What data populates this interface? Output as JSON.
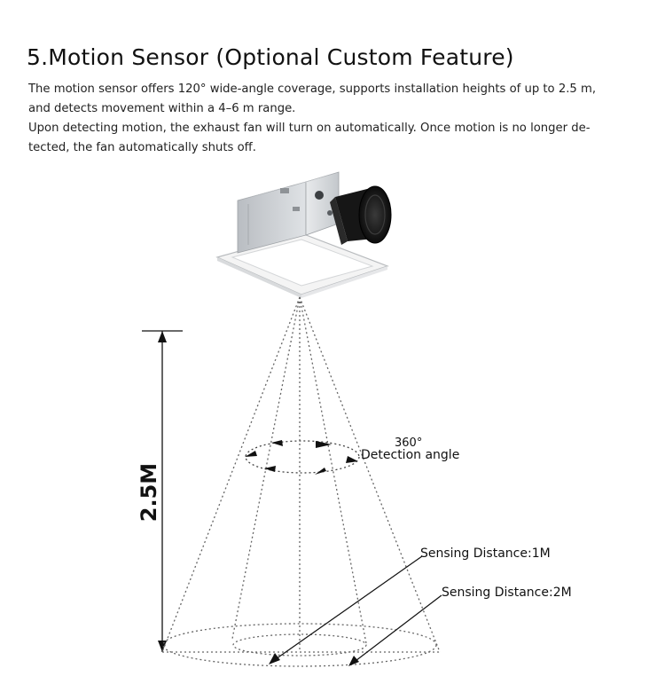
{
  "heading": {
    "title": "5.Motion Sensor (Optional Custom Feature)"
  },
  "description": {
    "line1": "The motion sensor offers 120° wide-angle coverage, supports installation heights of up to 2.5 m,",
    "line2": "and detects movement within a 4–6 m range.",
    "line3": "Upon detecting motion, the exhaust fan will turn on automatically. Once motion is no longer de-",
    "line4": "tected, the fan automatically shuts off."
  },
  "diagram": {
    "height_label": "2.5M",
    "angle_value": "360°",
    "angle_label": "Detection angle",
    "sensing_1m": "Sensing Distance:1M",
    "sensing_2m": "Sensing Distance:2M",
    "colors": {
      "line": "#222222",
      "dotted": "#666666",
      "fan_body": "#c8ccd0",
      "duct": "#1a1a1a"
    }
  }
}
